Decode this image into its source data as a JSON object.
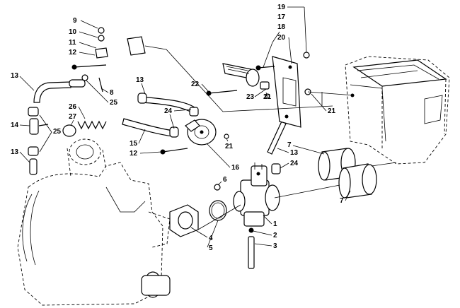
{
  "callouts": {
    "n1": "1",
    "n2": "2",
    "n3": "3",
    "n4": "4",
    "n5": "5",
    "n6": "6",
    "n7a": "7",
    "n7b": "7",
    "n8": "8",
    "n9": "9",
    "n10": "10",
    "n11": "11",
    "n12a": "12",
    "n12b": "12",
    "n13a": "13",
    "n13b": "13",
    "n13c": "13",
    "n13d": "13",
    "n14": "14",
    "n15": "15",
    "n16": "16",
    "n17": "17",
    "n18": "18",
    "n19": "19",
    "n20": "20",
    "n21a": "21",
    "n21b": "21",
    "n21c": "21",
    "n22": "22",
    "n23": "23",
    "n24a": "24",
    "n24b": "24",
    "n25a": "25",
    "n25b": "25",
    "n26": "26",
    "n27": "27"
  },
  "colors": {
    "ink": "#000000",
    "paper": "#ffffff"
  }
}
